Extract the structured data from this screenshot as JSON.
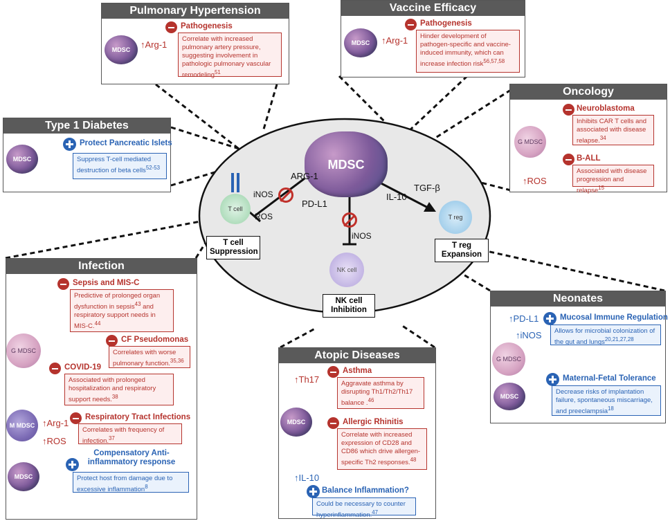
{
  "center": {
    "mdsc": "MDSC",
    "arg1": "ARG-1",
    "inos_left": "iNOS",
    "ros": "ROS",
    "pdl1": "PD-L1",
    "il10": "IL-10",
    "tgfb": "TGF-β",
    "inos_bottom": "iNOS",
    "tcell": "T cell",
    "tcell_box": "T cell Suppression",
    "treg": "T reg",
    "treg_box": "T reg Expansion",
    "nk": "NK cell",
    "nk_box": "NK cell Inhibition"
  },
  "pulmonary": {
    "title": "Pulmonary Hypertension",
    "cell": "MDSC",
    "marker": "Arg-1",
    "effect": "Pathogenesis",
    "text": "Correlate with increased pulmonary artery pressure, suggesting involvement in pathologic pulmonary vascular remodeling",
    "ref": "51"
  },
  "vaccine": {
    "title": "Vaccine Efficacy",
    "cell": "MDSC",
    "marker": "Arg-1",
    "effect": "Pathogenesis",
    "text": "Hinder development of pathogen-specific and vaccine-induced immunity, which can increase infection risk",
    "ref": "56,57,58"
  },
  "t1d": {
    "title": "Type 1 Diabetes",
    "cell": "MDSC",
    "effect": "Protect Pancreatic Islets",
    "text": "Suppress T-cell mediated destruction of beta cells",
    "ref": "52-53"
  },
  "oncology": {
    "title": "Oncology",
    "cell": "G MDSC",
    "marker": "ROS",
    "items": [
      {
        "title": "Neuroblastoma",
        "text": "Inhibits CAR T cells and associated with disease relapse.",
        "ref": "34"
      },
      {
        "title": "B-ALL",
        "text": "Associated with disease progression and relapse",
        "ref": "15"
      }
    ]
  },
  "infection": {
    "title": "Infection",
    "gcell": "G MDSC",
    "mcell": "M MDSC",
    "cell": "MDSC",
    "arg1": "Arg-1",
    "ros": "ROS",
    "items": [
      {
        "title": "Sepsis and MIS-C",
        "text": "Predictive of prolonged organ dysfunction in sepsis",
        "ref1": "43",
        "text2": " and respiratory support needs in MIS-C.",
        "ref2": "44"
      },
      {
        "title": "CF Pseudomonas",
        "text": "Correlates with worse pulmonary function.",
        "ref": "35,36"
      },
      {
        "title": "COVID-19",
        "text": "Associated with prolonged hospitalization and respiratory support needs.",
        "ref": "38"
      },
      {
        "title": "Respiratory Tract Infections",
        "text": "Correlates with frequency of infection.",
        "ref": "37"
      },
      {
        "title": "Compensatory Anti-inflammatory response",
        "text": "Protect host from damage due to excessive inflammation",
        "ref": "8"
      }
    ]
  },
  "atopic": {
    "title": "Atopic Diseases",
    "cell": "MDSC",
    "th17": "Th17",
    "il10": "IL-10",
    "items": [
      {
        "title": "Asthma",
        "text": "Aggravate asthma by disrupting Th1/Th2/Th17 balance .",
        "ref": "46"
      },
      {
        "title": "Allergic Rhinitis",
        "text": "Correlate with increased expression of CD28 and CD86 which drive allergen-specific Th2 responses.",
        "ref": "48"
      },
      {
        "title": "Balance Inflammation?",
        "text": "Could be necessary to counter hyperinflammation.",
        "ref": "47"
      }
    ]
  },
  "neonates": {
    "title": "Neonates",
    "gcell": "G MDSC",
    "cell": "MDSC",
    "pdl1": "PD-L1",
    "inos": "iNOS",
    "items": [
      {
        "title": "Mucosal Immune Regulation",
        "text": "Allows for microbial colonization of the gut and lungs",
        "ref": "20,21,27,28"
      },
      {
        "title": "Maternal-Fetal Tolerance",
        "text": "Decrease risks of implantation failure, spontaneous miscarriage, and preeclampsia",
        "ref": "18"
      }
    ]
  }
}
